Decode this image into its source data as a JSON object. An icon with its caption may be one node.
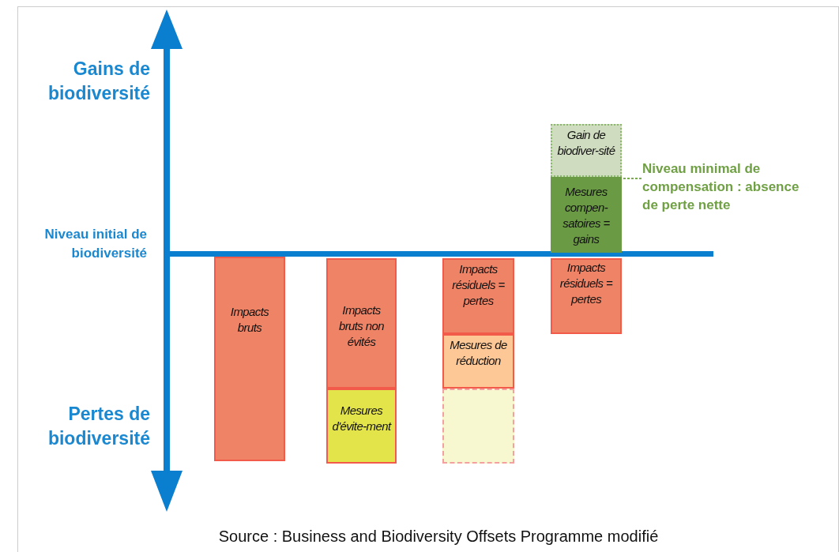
{
  "diagram": {
    "caption": "Source :  Business and Biodiversity Offsets Programme modifié",
    "nodes": [
      {
        "text": [
          "Impacts bruts"
        ]
      },
      {
        "text": [
          "Impacts bruts non évités"
        ]
      },
      {
        "text": [
          "Mesures d'évite-ment"
        ]
      },
      {
        "text": [
          "Impacts résiduels = pertes"
        ]
      },
      {
        "text": [
          "Mesures de réduction"
        ]
      },
      {
        "text": [],
        "shape": "box"
      },
      {
        "text": [
          "Gain de biodiver-sité"
        ]
      },
      {
        "text": [
          "Mesures compen-satoires = gains"
        ]
      },
      {
        "text": [
          "Impacts résiduels = pertes"
        ]
      },
      {
        "text": [
          "Niveau minimal de compensation : absence de perte nette"
        ]
      }
    ],
    "edges": [
      {
        "from": 9,
        "to": 7,
        "arrow": "none",
        "style": "dashed",
        "color": "#7aab4e"
      }
    ],
    "labels": [
      "Gains de biodiversité",
      "Niveau initial de biodiversité",
      "Pertes de biodiversité"
    ]
  }
}
